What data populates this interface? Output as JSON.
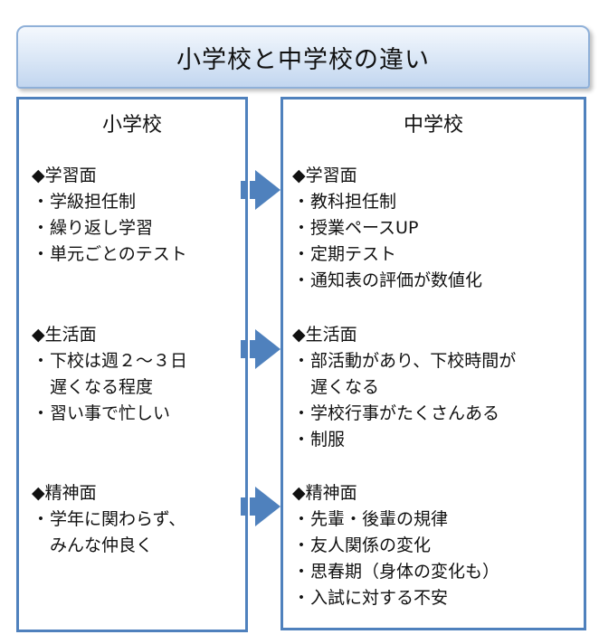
{
  "title": "小学校と中学校の違い",
  "left": {
    "heading": "小学校",
    "sections": [
      {
        "title": "◆学習面",
        "items": [
          "学級担任制",
          "繰り返し学習",
          "単元ごとのテスト"
        ]
      },
      {
        "title": "◆生活面",
        "items": [
          "下校は週２～３日\n遅くなる程度",
          "習い事で忙しい"
        ]
      },
      {
        "title": "◆精神面",
        "items": [
          "学年に関わらず、\nみんな仲良く"
        ]
      }
    ]
  },
  "right": {
    "heading": "中学校",
    "sections": [
      {
        "title": "◆学習面",
        "items": [
          "教科担任制",
          "授業ペースUP",
          "定期テスト",
          "通知表の評価が数値化"
        ]
      },
      {
        "title": "◆生活面",
        "items": [
          "部活動があり、下校時間が\n遅くなる",
          "学校行事がたくさんある",
          "制服"
        ]
      },
      {
        "title": "◆精神面",
        "items": [
          "先輩・後輩の規律",
          "友人関係の変化",
          "思春期（身体の変化も）",
          "入試に対する不安"
        ]
      }
    ]
  },
  "bullet": "・",
  "colors": {
    "border": "#4f81bd",
    "arrow": "#4f81bd",
    "title_bg": "#d9e6f6"
  }
}
